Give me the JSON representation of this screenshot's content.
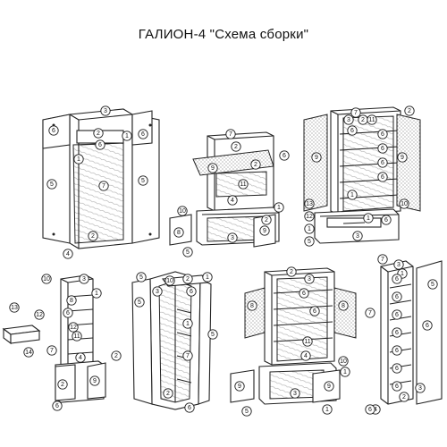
{
  "title": "ГАЛИОН-4  \"Схема сборки\"",
  "part_numbers": [
    "1",
    "2",
    "3",
    "4",
    "5",
    "6",
    "7",
    "8",
    "9",
    "10",
    "11",
    "12",
    "13",
    "14"
  ]
}
